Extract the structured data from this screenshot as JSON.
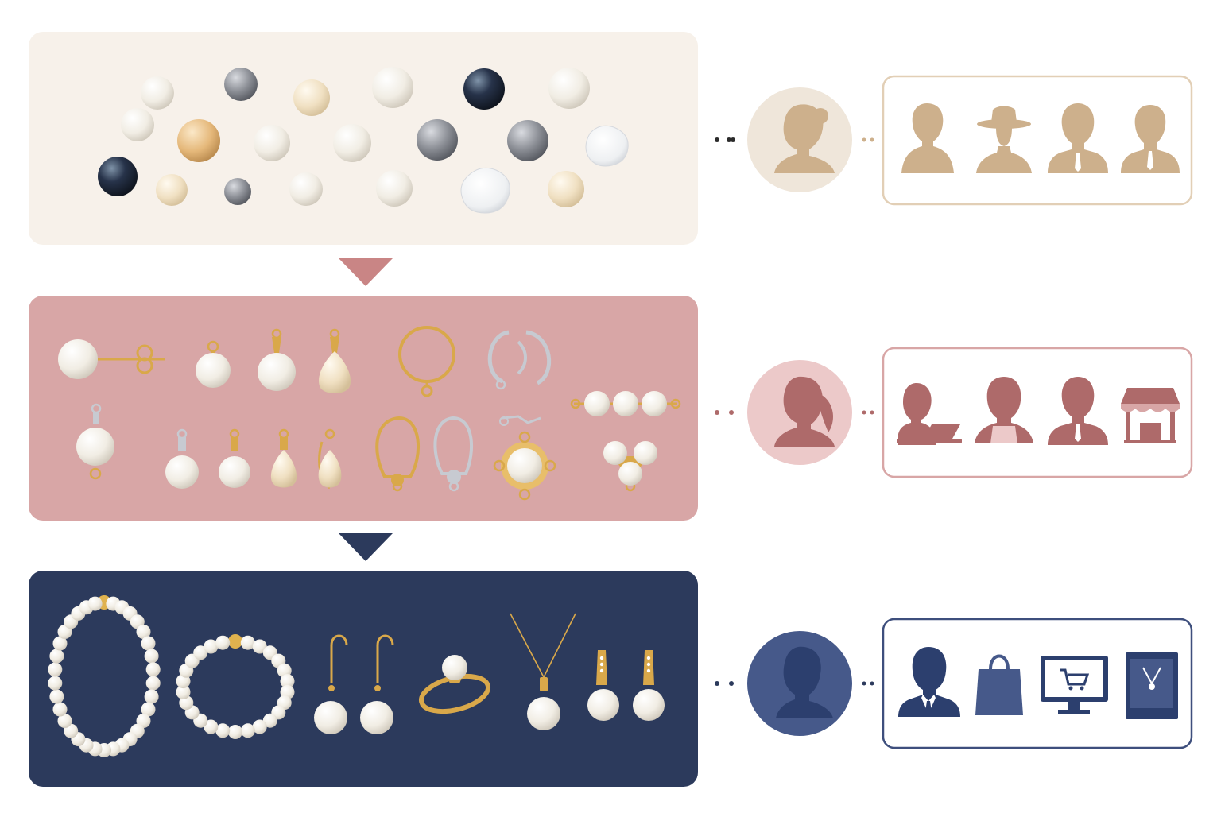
{
  "palette": {
    "background": "#ffffff",
    "tier1_panel": "#f7f1ea",
    "tier1_accent": "#cdb08c",
    "tier1_circle": "#efe6da",
    "tier2_panel": "#d8a6a6",
    "tier2_accent": "#ae6a6a",
    "tier2_circle": "#ecc9c9",
    "tier3_panel": "#2c3a5c",
    "tier3_accent": "#2c3f6e",
    "tier3_circle": "#46598a",
    "arrow1": "#c98585",
    "arrow2": "#2c3a5c",
    "gold": "#d9a84a",
    "silver": "#c7cad1",
    "pearl_white": "#f4f1ea",
    "pearl_cream": "#f2e2c6",
    "pearl_golden": "#e7bf84",
    "pearl_gray": "#8e9096",
    "pearl_black": "#1f2836"
  },
  "tiers": [
    {
      "id": "loose-pearls",
      "person_icon": "woman-bun-silhouette-icon",
      "role_icons": [
        "woman-bust-icon",
        "farmer-hat-icon",
        "man-suit-icon",
        "man-tie-icon"
      ],
      "items": [
        "white-pearl",
        "gray-pearl",
        "cream-pearl",
        "black-pearl",
        "golden-pearl",
        "baroque-pearl"
      ]
    },
    {
      "id": "pearl-components",
      "person_icon": "woman-ponytail-silhouette-icon",
      "role_icons": [
        "woman-laptop-icon",
        "woman-apron-icon",
        "man-suit-icon",
        "storefront-icon"
      ],
      "items": [
        "stud-earring",
        "pearl-pendant",
        "hoop-finding",
        "lever-back-hook",
        "connector",
        "pearl-bar"
      ]
    },
    {
      "id": "finished-jewelry",
      "person_icon": "man-silhouette-icon",
      "role_icons": [
        "businessman-icon",
        "shopping-bag-icon",
        "online-shop-monitor-icon",
        "jewelry-display-case-icon"
      ],
      "items": [
        "pearl-necklace",
        "pearl-bracelet",
        "drop-earrings",
        "pearl-ring",
        "pendant-necklace",
        "stud-drop-earrings"
      ]
    }
  ]
}
